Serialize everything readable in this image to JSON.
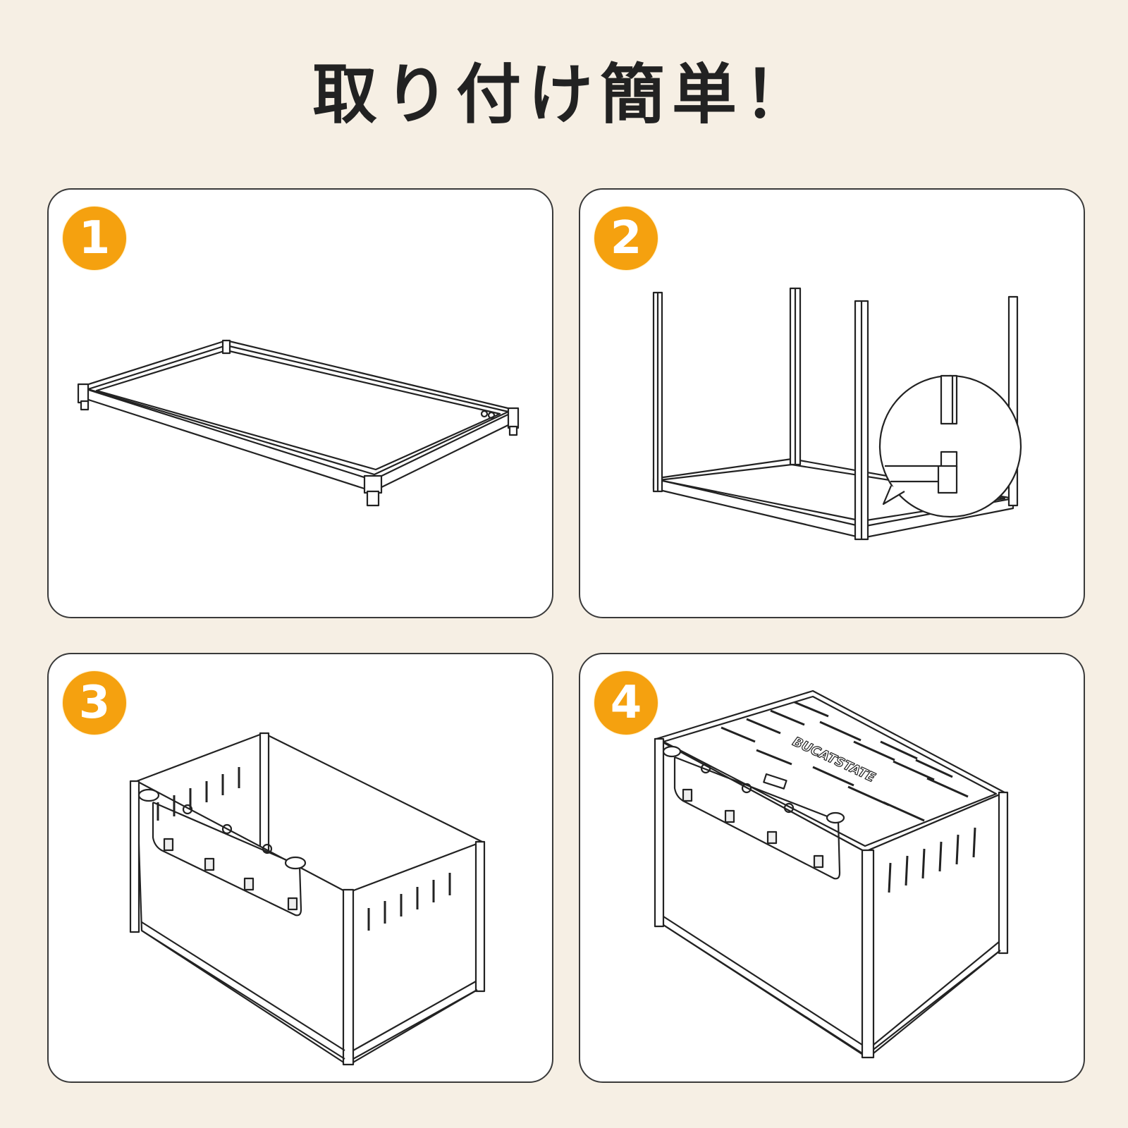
{
  "page": {
    "title": "取り付け簡単！",
    "background_color": "#f6efe4",
    "accent_color": "#f5a10f"
  },
  "steps": [
    {
      "number": "1",
      "description": "base-frame"
    },
    {
      "number": "2",
      "description": "corner-posts-with-connector-detail"
    },
    {
      "number": "3",
      "description": "side-panels-attached"
    },
    {
      "number": "4",
      "description": "top-panel-installed"
    }
  ],
  "product": {
    "brand_label": "BUCATSTATE"
  }
}
